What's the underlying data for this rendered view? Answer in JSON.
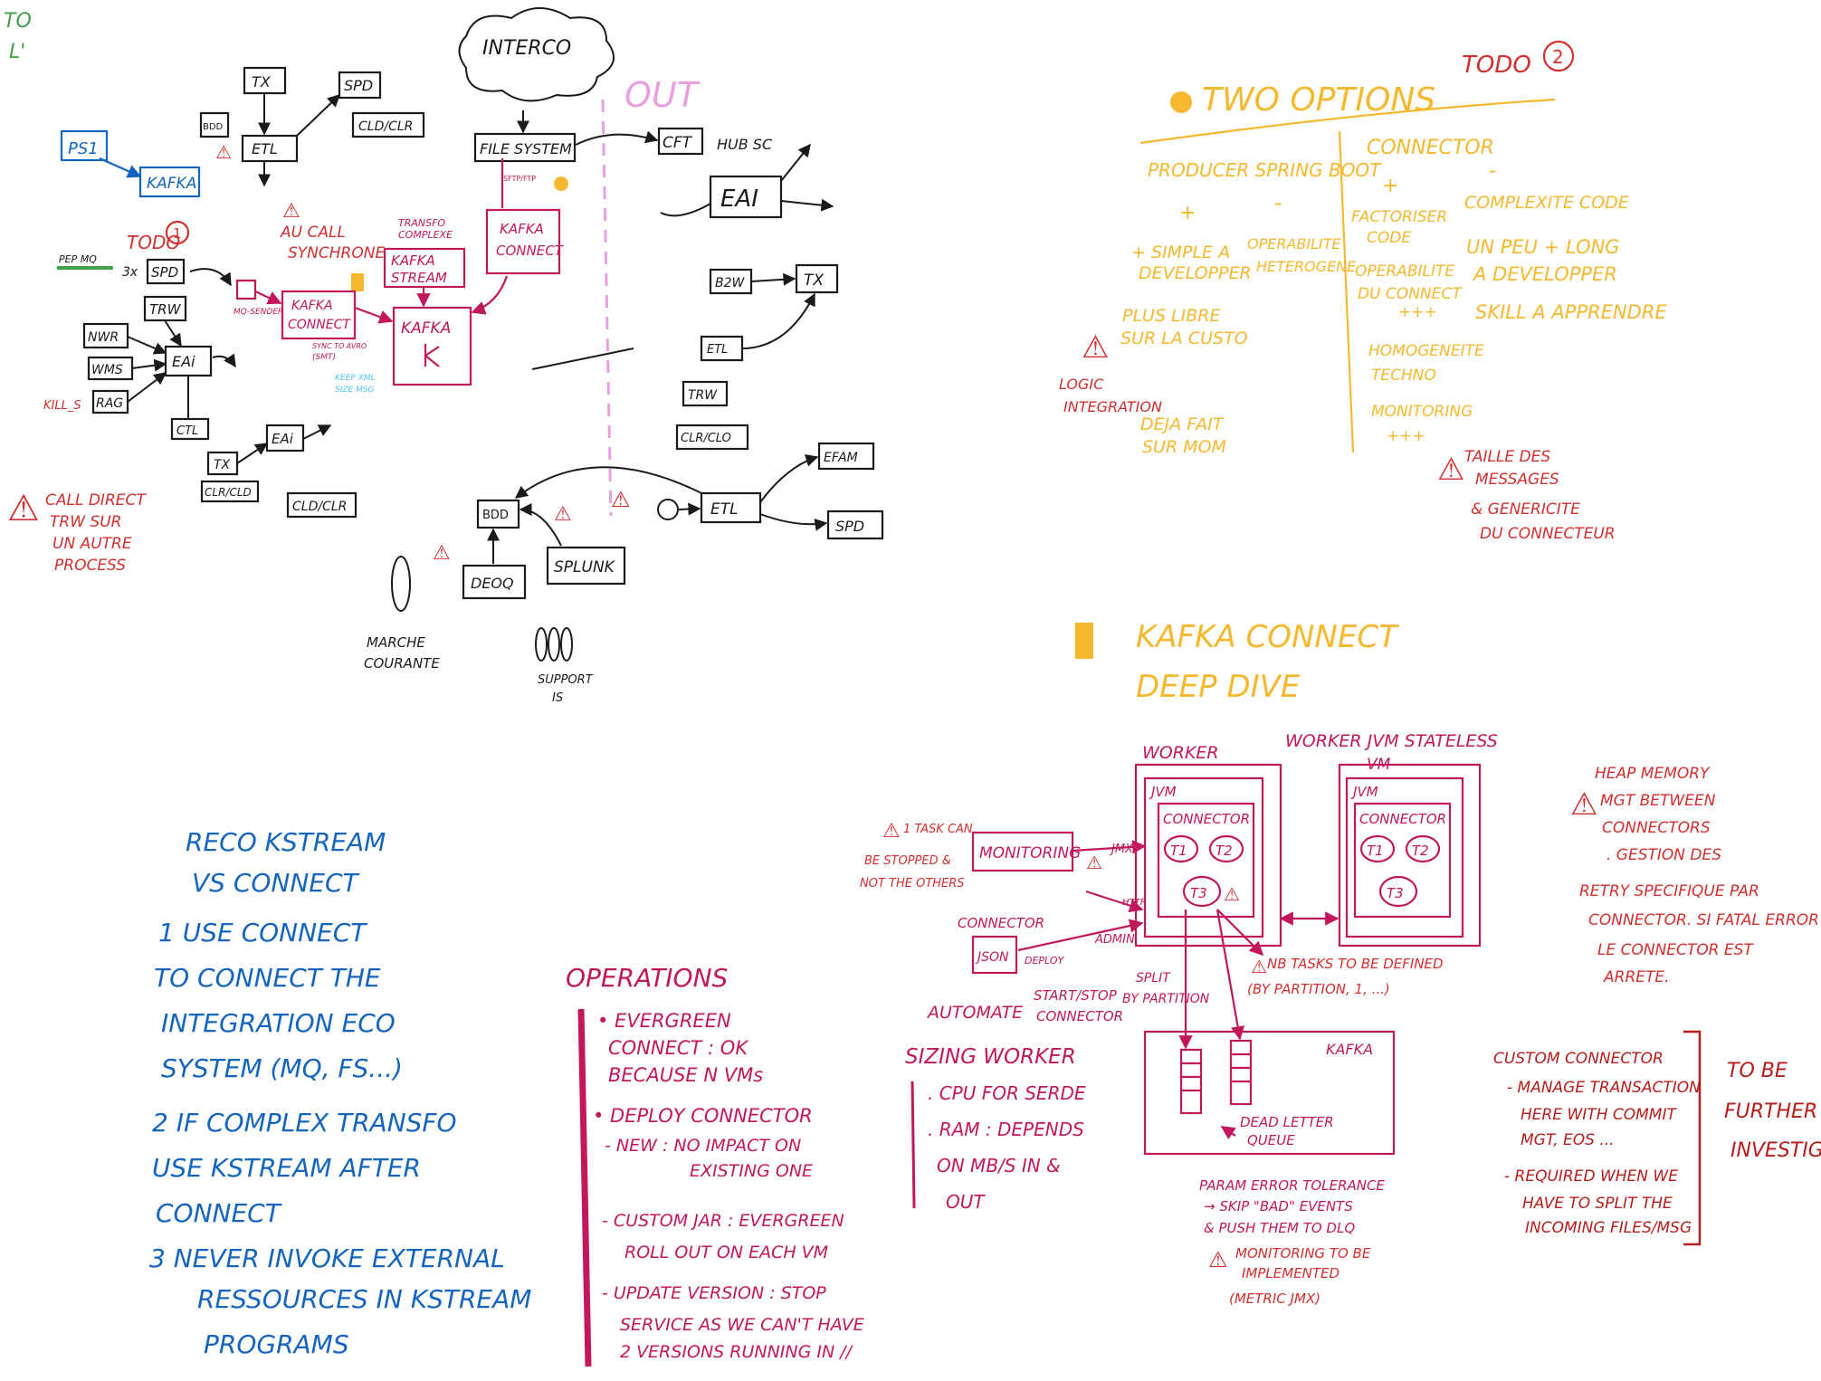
{
  "corner": {
    "lines": [
      "TO",
      "L'"
    ]
  },
  "top_diagram": {
    "interco": "INTERCO",
    "out": "OUT",
    "ps1": "PS1",
    "kafka_blue": "KAFKA",
    "tx1": "TX",
    "spd1": "SPD",
    "bdd1": "BDD",
    "etl1": "ETL",
    "cld_clr1": "CLD/CLR",
    "file_system": "FILE SYSTEM",
    "cft": "CFT",
    "hub_sc": "HUB SC",
    "eai_big": "EAI",
    "sftp": "SFTP/FTP",
    "kafka_connect_right": [
      "KAFKA",
      "CONNECT"
    ],
    "kafka_stream": [
      "KAFKA",
      "STREAM"
    ],
    "transfo_complexe": [
      "TRANSFO",
      "COMPLEXE"
    ],
    "au_call_synchrone": [
      "AU CALL",
      "SYNCHRONE"
    ],
    "todo1": "TODO",
    "todo1_num": "1",
    "pep_mq": "PEP MQ",
    "x3": "3x",
    "spd2": "SPD",
    "trw1": "TRW",
    "nwr": "NWR",
    "wms": "WMS",
    "eai_left": "EAi",
    "rag": "RAG",
    "kill_s": "KILL_S",
    "ctl": "CTL",
    "mq_sender": "MQ-SENDER",
    "kafka_connect_left": [
      "KAFKA",
      "CONNECT"
    ],
    "kafka_center": "KAFKA",
    "sync_avro": [
      "SYNC TO AVRO",
      "(SMT)"
    ],
    "keep_xml": [
      "KEEP XML",
      "SIZE MSG"
    ],
    "eai_mid": "EAi",
    "tx2": "TX",
    "clr_cld": "CLR/CLD",
    "cld_clr2": "CLD/CLR",
    "b2w": "B2W",
    "tx3": "TX",
    "etl2": "ETL",
    "trw2": "TRW",
    "clr_clo": "CLR/CLO",
    "call_direct": [
      "CALL DIRECT",
      "TRW SUR",
      "UN AUTRE",
      "PROCESS"
    ],
    "bdd2": "BDD",
    "etl3": "ETL",
    "efam": "EFAM",
    "spd3": "SPD",
    "deoq": "DEOQ",
    "splunk": "SPLUNK",
    "marche_courante": [
      "MARCHE",
      "COURANTE"
    ],
    "support_is": [
      "SUPPORT",
      "IS"
    ]
  },
  "two_options": {
    "title": "TWO OPTIONS",
    "todo": "TODO",
    "todo_num": "2",
    "col1": "PRODUCER SPRING BOOT",
    "col2": "CONNECTOR",
    "plus": "+",
    "minus": "-",
    "col1_plus": [
      "+ SIMPLE A",
      "DEVELOPPER",
      "PLUS LIBRE",
      "SUR LA CUSTO",
      "DEJA FAIT",
      "SUR MOM"
    ],
    "col1_minus": [
      "OPERABILITE",
      "HETEROGENE"
    ],
    "col2_plus": [
      "FACTORISER",
      "CODE",
      "OPERABILITE",
      "DU CONNECT",
      "+++",
      "HOMOGENEITE",
      "TECHNO",
      "MONITORING",
      "+++"
    ],
    "col2_minus": [
      "COMPLEXITE CODE",
      "UN PEU + LONG",
      "A DEVELOPPER",
      "SKILL A APPRENDRE"
    ],
    "logic_integration": [
      "LOGIC",
      "INTEGRATION"
    ],
    "taille": [
      "TAILLE DES",
      "MESSAGES",
      "& GENERICITE",
      "DU CONNECTEUR"
    ]
  },
  "reco": {
    "lines": [
      "RECO KSTREAM",
      "VS CONNECT",
      "1 USE CONNECT",
      "TO CONNECT THE",
      "INTEGRATION ECO",
      "SYSTEM (MQ, FS...)",
      "2 IF COMPLEX TRANSFO",
      "USE KSTREAM AFTER",
      "CONNECT",
      "3 NEVER INVOKE EXTERNAL",
      "RESSOURCES IN KSTREAM",
      "PROGRAMS"
    ]
  },
  "operations": {
    "title": "OPERATIONS",
    "lines": [
      "• EVERGREEN",
      "CONNECT : OK",
      "BECAUSE N VMs",
      "• DEPLOY CONNECTOR",
      "- NEW : NO IMPACT ON",
      "EXISTING ONE",
      "- CUSTOM JAR : EVERGREEN",
      "ROLL OUT ON EACH VM",
      "- UPDATE VERSION : STOP",
      "SERVICE AS WE CAN'T HAVE",
      "2 VERSIONS RUNNING IN //"
    ]
  },
  "deep_dive": {
    "title": [
      "KAFKA CONNECT",
      "DEEP DIVE"
    ],
    "worker1": "WORKER",
    "worker2": "WORKER JVM STATELESS",
    "vm": "VM",
    "jvm": "JVM",
    "connector": "CONNECTOR",
    "t1": "T1",
    "t2": "T2",
    "t3": "T3",
    "monitoring": "MONITORING",
    "jmx": "JMX",
    "http": "HTTP",
    "admin": "ADMIN",
    "task_stopped": [
      "1 TASK CAN",
      "BE STOPPED &",
      "NOT THE OTHERS"
    ],
    "connector_json": "CONNECTOR",
    "json": "JSON",
    "deploy": "DEPLOY",
    "automate": "AUTOMATE",
    "start_stop": [
      "START/STOP",
      "CONNECTOR"
    ],
    "split": [
      "SPLIT",
      "BY PARTITION"
    ],
    "nb_tasks": [
      "NB TASKS TO BE DEFINED",
      "(BY PARTITION, 1, ...)"
    ],
    "kafka": "KAFKA",
    "dlq": [
      "DEAD LETTER",
      "QUEUE"
    ],
    "sizing": [
      "SIZING WORKER",
      ". CPU FOR SERDE",
      ". RAM : DEPENDS",
      "ON MB/S IN &",
      "OUT"
    ],
    "param_error": [
      "PARAM ERROR TOLERANCE",
      "→ SKIP \"BAD\" EVENTS",
      "& PUSH THEM TO DLQ"
    ],
    "monitoring_impl": [
      "MONITORING TO BE",
      "IMPLEMENTED",
      "(METRIC JMX)"
    ],
    "heap": [
      "HEAP MEMORY",
      "MGT BETWEEN",
      "CONNECTORS",
      ". GESTION DES",
      "RETRY SPECIFIQUE PAR",
      "CONNECTOR. SI FATAL ERROR",
      "LE CONNECTOR EST",
      "ARRETE."
    ],
    "custom": [
      "CUSTOM CONNECTOR",
      "- MANAGE TRANSACTION",
      "HERE WITH COMMIT",
      "MGT, EOS ...",
      "- REQUIRED WHEN WE",
      "HAVE TO SPLIT THE",
      "INCOMING FILES/MSG"
    ],
    "further": [
      "TO BE",
      "FURTHER",
      "INVESTIG"
    ]
  },
  "colors": {
    "black": "#1a1a1a",
    "magenta": "#c2185b",
    "red": "#d32f2f",
    "blue": "#1565c0",
    "yellow": "#f5b82e",
    "green": "#43a047"
  }
}
